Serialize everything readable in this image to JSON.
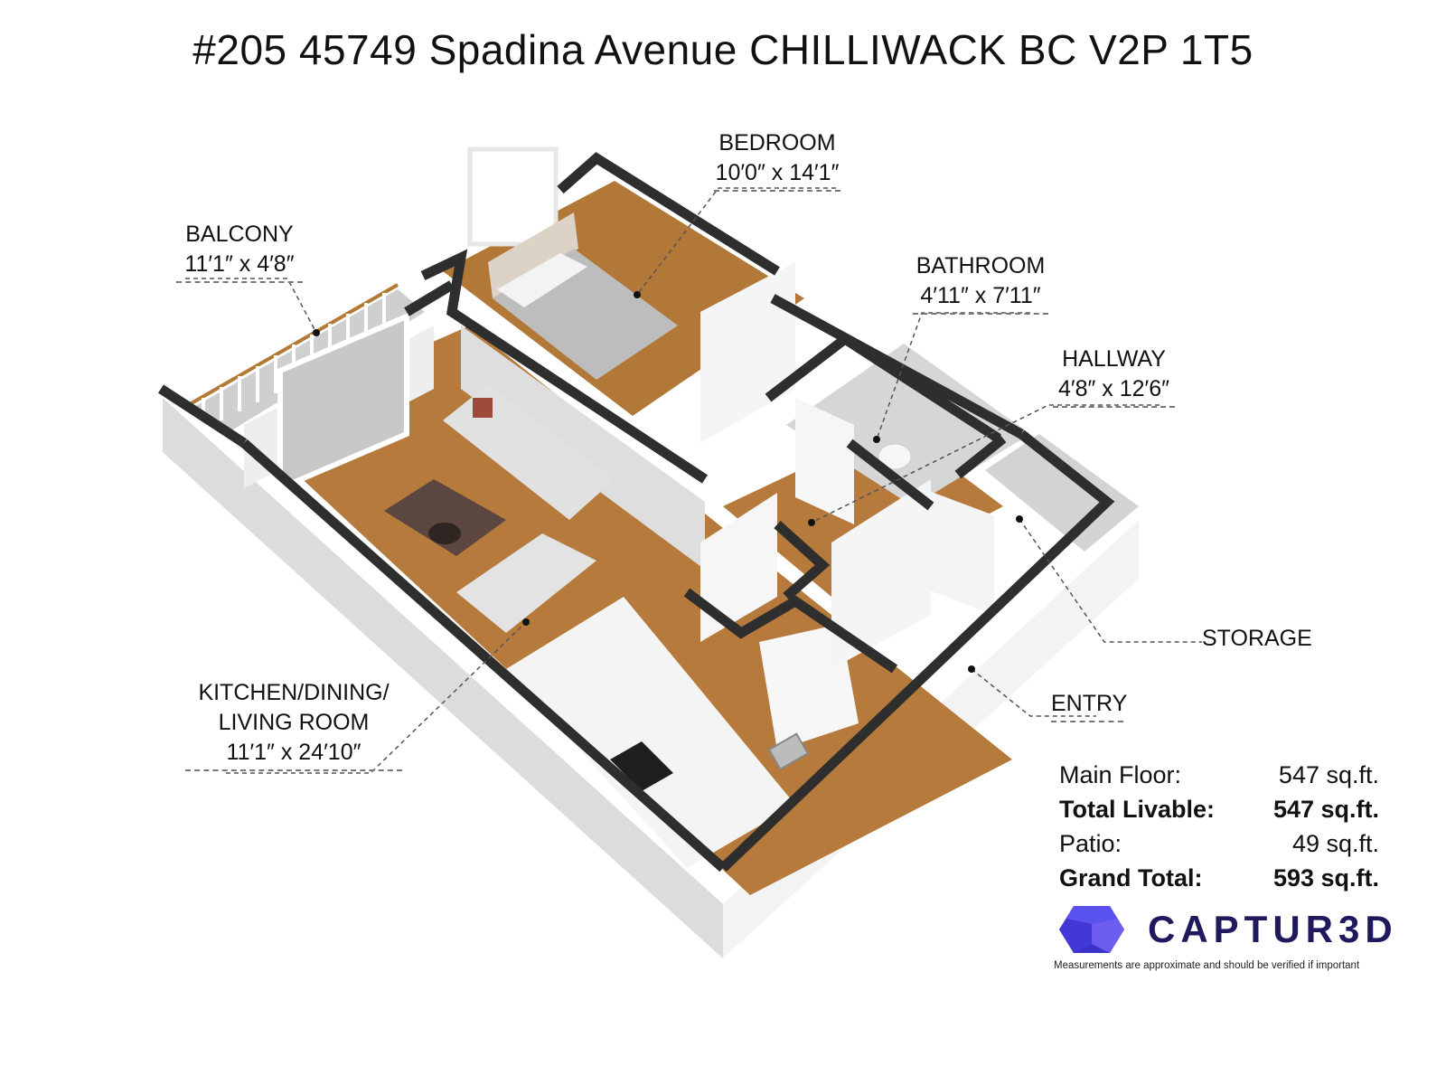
{
  "title": "#205 45749 Spadina Avenue CHILLIWACK BC V2P 1T5",
  "rooms": [
    {
      "name": "BALCONY",
      "dimensions": "11′1″ x 4′8″"
    },
    {
      "name": "BEDROOM",
      "dimensions": "10′0″ x 14′1″"
    },
    {
      "name": "BATHROOM",
      "dimensions": "4′11″ x 7′11″"
    },
    {
      "name": "HALLWAY",
      "dimensions": "4′8″ x 12′6″"
    },
    {
      "name": "STORAGE",
      "dimensions": ""
    },
    {
      "name": "ENTRY",
      "dimensions": ""
    },
    {
      "name_line1": "KITCHEN/DINING/",
      "name_line2": "LIVING ROOM",
      "dimensions": "11′1″ x 24′10″"
    }
  ],
  "areas": [
    {
      "label": "Main Floor:",
      "value": "547 sq.ft.",
      "bold": false
    },
    {
      "label": "Total Livable:",
      "value": "547 sq.ft.",
      "bold": true
    },
    {
      "label": "Patio:",
      "value": "49 sq.ft.",
      "bold": false
    },
    {
      "label": "Grand Total:",
      "value": "593 sq.ft.",
      "bold": true
    }
  ],
  "brand": {
    "name": "CAPTUR3D",
    "logo_icon": "hexagon-cube-icon",
    "color": "#1f1a5e",
    "icon_color": "#4a3fe0"
  },
  "disclaimer": "Measurements are approximate and should be verified if important",
  "colors": {
    "wall_top": "#2e2e2e",
    "wall_face": "#d9d9d9",
    "floor": "#b57a3c",
    "exterior_wall": "#f2f2f2"
  }
}
